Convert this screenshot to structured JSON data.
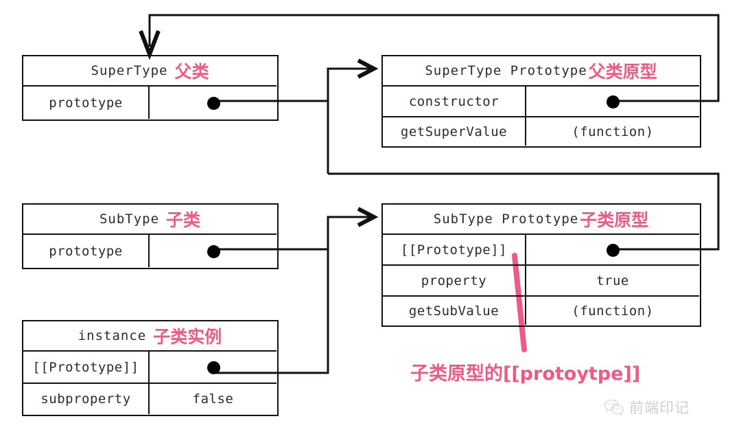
{
  "diagram": {
    "title_visible": false,
    "accent_pink": "#ef5a82",
    "line_color": "#111111"
  },
  "boxes": {
    "supertype": {
      "header_en": "SuperType",
      "header_cn": "父类",
      "rows": [
        {
          "name": "prototype",
          "value": "",
          "has_dot": true
        }
      ]
    },
    "supertype_prototype": {
      "header_en": "SuperType Prototype",
      "header_cn": "父类原型",
      "rows": [
        {
          "name": "constructor",
          "value": "",
          "has_dot": true
        },
        {
          "name": "getSuperValue",
          "value": "(function)",
          "has_dot": false
        }
      ]
    },
    "subtype": {
      "header_en": "SubType",
      "header_cn": "子类",
      "rows": [
        {
          "name": "prototype",
          "value": "",
          "has_dot": true
        }
      ]
    },
    "subtype_prototype": {
      "header_en": "SubType Prototype",
      "header_cn": "子类原型",
      "rows": [
        {
          "name": "[[Prototype]]",
          "value": "",
          "has_dot": true
        },
        {
          "name": "property",
          "value": "true",
          "has_dot": false
        },
        {
          "name": "getSubValue",
          "value": "(function)",
          "has_dot": false
        }
      ]
    },
    "instance": {
      "header_en": "instance",
      "header_cn": "子类实例",
      "rows": [
        {
          "name": "[[Prototype]]",
          "value": "",
          "has_dot": true
        },
        {
          "name": "subproperty",
          "value": "false",
          "has_dot": false
        }
      ]
    }
  },
  "annotations": {
    "subtype_prototype_pointer": "子类原型的[[protoytpe]]"
  },
  "watermark": {
    "label": "前端印记",
    "icon": "wechat-icon"
  }
}
